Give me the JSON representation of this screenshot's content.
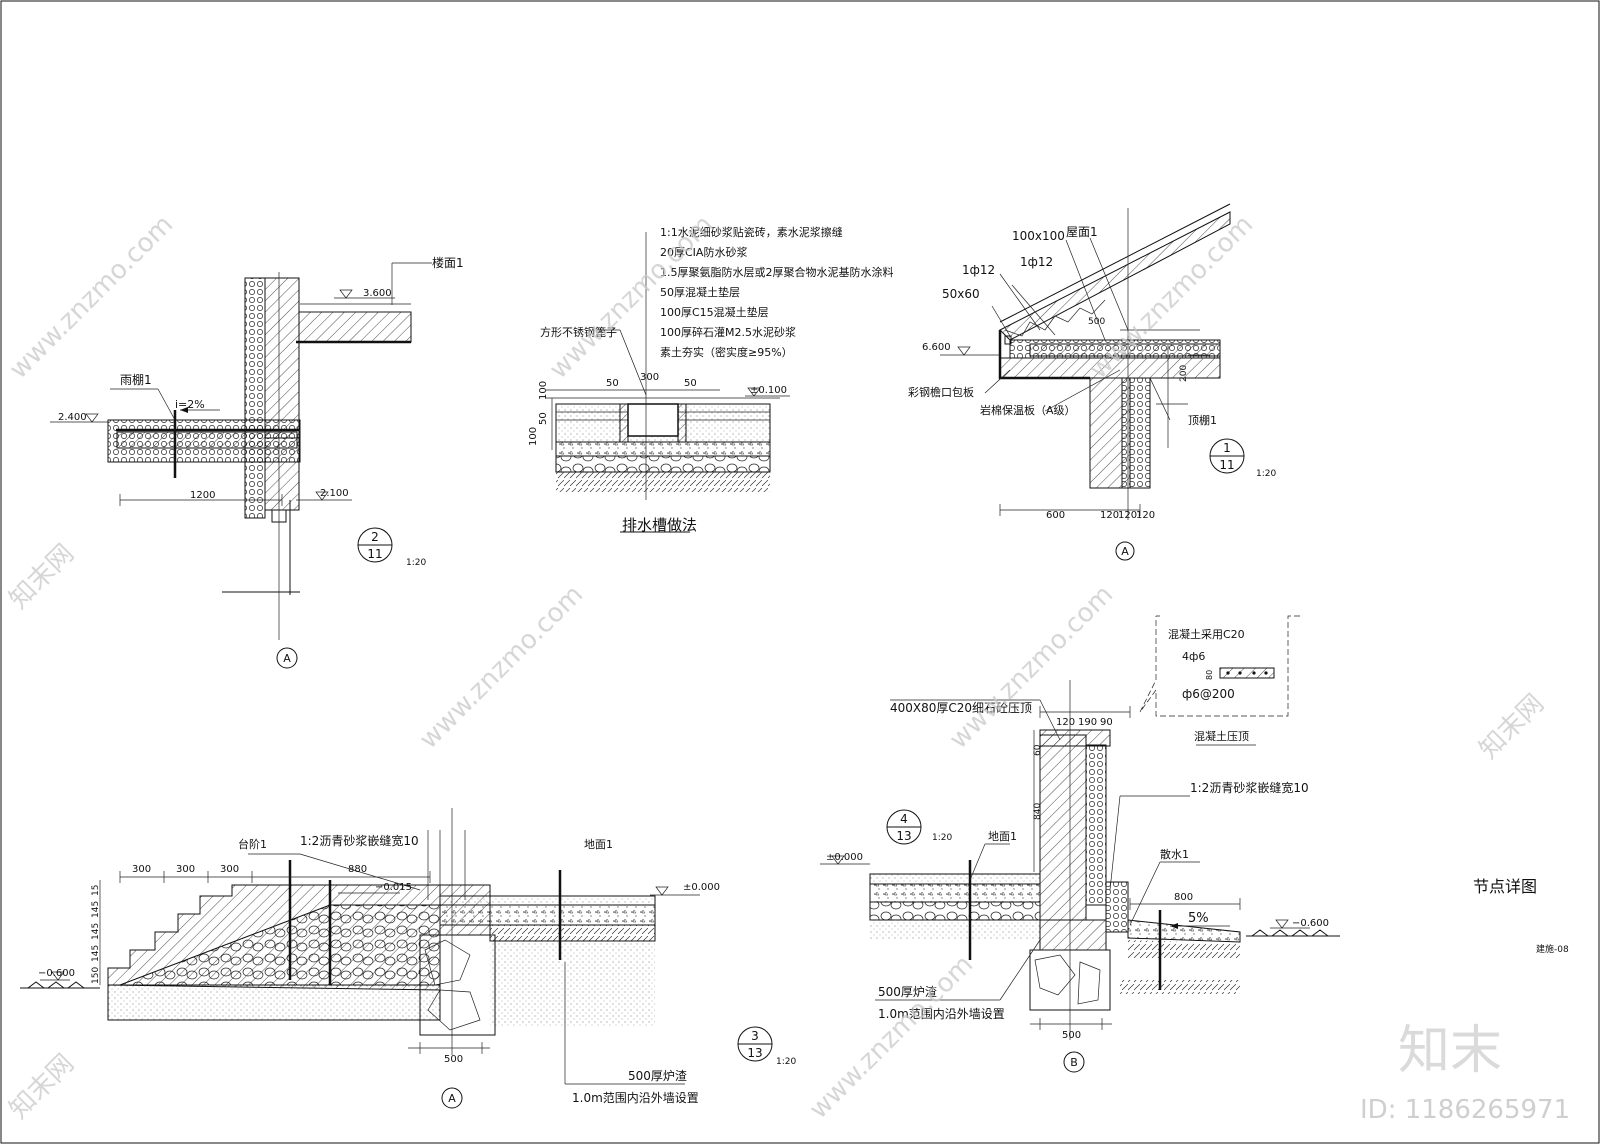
{
  "sheet": {
    "title": "节点详图",
    "drawing_no": "建施-08"
  },
  "detail_2": {
    "ref_top": "2",
    "ref_bottom": "11",
    "scale": "1:20",
    "label_floor": "楼面1",
    "label_canopy": "雨棚1",
    "slope": "i=2%",
    "elev_floor": "3.600",
    "elev_canopy": "2.400",
    "elev_bottom": "2.100",
    "dim_width": "1200",
    "axis": "A"
  },
  "drain": {
    "title": "排水槽做法",
    "grate_label": "方形不锈钢篦子",
    "layers": [
      "1:1水泥细砂浆贴瓷砖，素水泥浆擦缝",
      "20厚CIA防水砂浆",
      "1.5厚聚氨脂防水层或2厚聚合物水泥基防水涂料",
      "50厚混凝土垫层",
      "100厚C15混凝土垫层",
      "100厚碎石灌M2.5水泥砂浆",
      "素土夯实（密实度≥95%）"
    ],
    "dims_top": [
      "50",
      "300",
      "50"
    ],
    "dims_left": [
      "100",
      "50",
      "100"
    ],
    "elev": "±0.100"
  },
  "detail_1": {
    "ref_top": "1",
    "ref_bottom": "11",
    "scale": "1:20",
    "label_roof": "屋面1",
    "label_beam": "100x100",
    "label_bar1": "1ф12",
    "label_bar2": "1ф12",
    "label_section": "50x60",
    "label_cap": "彩钢檐口包板",
    "label_insul": "岩棉保温板（A级）",
    "label_ceiling": "顶棚1",
    "dim_500": "500",
    "dim_200": "200",
    "elev": "6.600",
    "dims_bottom": [
      "600",
      "120",
      "120",
      "120"
    ],
    "axis": "A"
  },
  "detail_3": {
    "ref_top": "3",
    "ref_bottom": "13",
    "scale": "1:20",
    "label_step": "台阶1",
    "label_joint": "1:2沥青砂浆嵌缝宽10",
    "label_floor": "地面1",
    "dims_top": [
      "300",
      "300",
      "300",
      "880"
    ],
    "dims_left": [
      "150",
      "145",
      "145",
      "145",
      "15"
    ],
    "elev_floor": "±0.000",
    "elev_step": "−0.015",
    "elev_ground": "−0.600",
    "dim_foot": "500",
    "note1": "500厚炉渣",
    "note2": "1.0m范围内沿外墙设置",
    "axis": "A"
  },
  "detail_4": {
    "ref_top": "4",
    "ref_bottom": "13",
    "scale": "1:20",
    "label_coping": "400X80厚C20细石砼压顶",
    "dims_top": [
      "120",
      "190",
      "90"
    ],
    "dim_60": "60",
    "dim_840": "840",
    "label_floor": "地面1",
    "label_joint": "1:2沥青砂浆嵌缝宽10",
    "label_apron": "散水1",
    "dim_800": "800",
    "slope": "5%",
    "elev_floor": "±0.000",
    "elev_ground": "−0.600",
    "note1": "500厚炉渣",
    "note2": "1.0m范围内沿外墙设置",
    "dim_foot": "500",
    "axis": "B"
  },
  "coping_detail": {
    "note": "混凝土采用C20",
    "bars": "4ф6",
    "stirrup": "ф6@200",
    "dim": "80",
    "title": "混凝土压顶"
  },
  "watermark": {
    "site": "www.znzmo.com",
    "brand": "知末网",
    "logo": "知末",
    "id": "ID: 1186265971"
  }
}
